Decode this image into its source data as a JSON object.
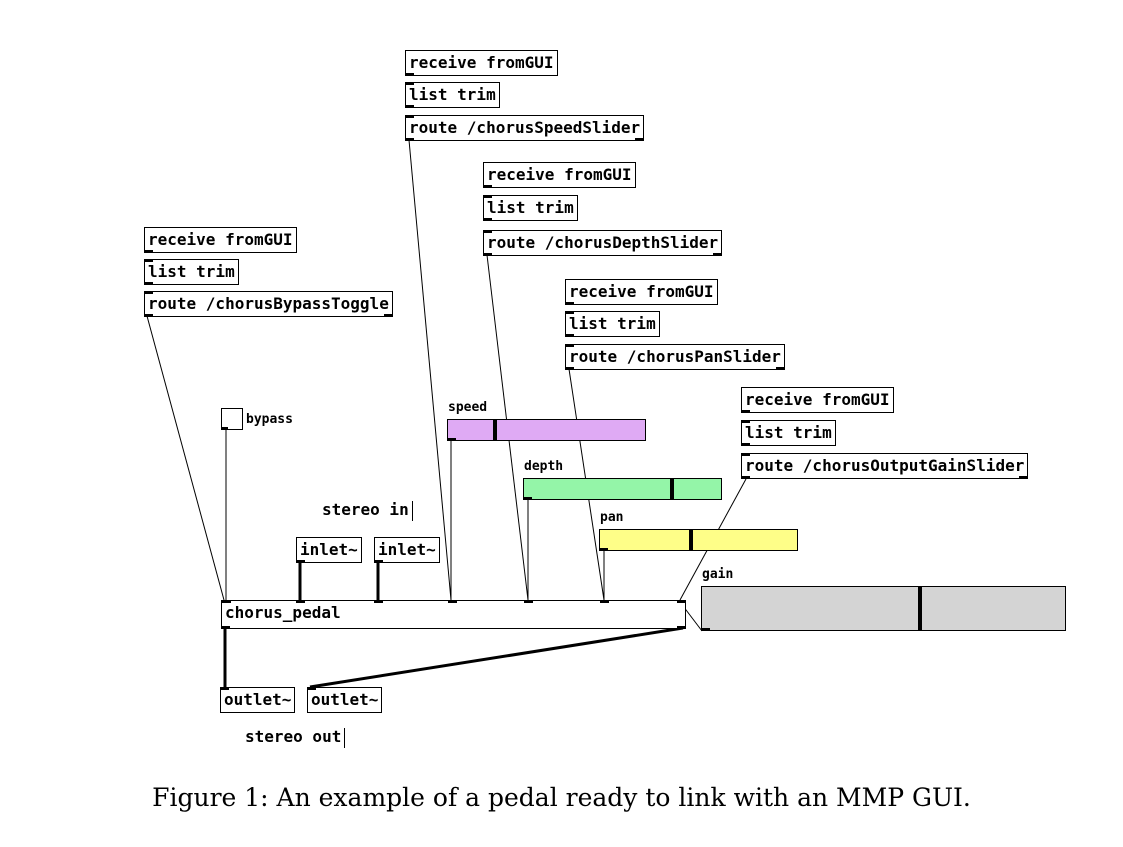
{
  "objects": {
    "speed_receive": "receive fromGUI",
    "speed_trim": "list trim",
    "speed_route": "route /chorusSpeedSlider",
    "depth_receive": "receive fromGUI",
    "depth_trim": "list trim",
    "depth_route": "route /chorusDepthSlider",
    "bypass_receive": "receive fromGUI",
    "bypass_trim": "list trim",
    "bypass_route": "route /chorusBypassToggle",
    "pan_receive": "receive fromGUI",
    "pan_trim": "list trim",
    "pan_route": "route /chorusPanSlider",
    "gain_receive": "receive fromGUI",
    "gain_trim": "list trim",
    "gain_route": "route /chorusOutputGainSlider",
    "inlet_left": "inlet~",
    "inlet_right": "inlet~",
    "chorus_pedal": "chorus_pedal",
    "outlet_left": "outlet~",
    "outlet_right": "outlet~"
  },
  "comments": {
    "stereo_in": "stereo in",
    "stereo_out": "stereo out"
  },
  "controls": {
    "bypass": {
      "label": "bypass",
      "state": "off"
    },
    "speed": {
      "label": "speed",
      "value": 0.24,
      "color": "#dfaaf4"
    },
    "depth": {
      "label": "depth",
      "value": 0.75,
      "color": "#94f5a8"
    },
    "pan": {
      "label": "pan",
      "value": 0.46,
      "color": "#fefe88"
    },
    "gain": {
      "label": "gain",
      "value": 0.6,
      "color": "#d4d4d4"
    }
  },
  "caption": "Figure 1: An example of a pedal ready to link with an MMP GUI."
}
